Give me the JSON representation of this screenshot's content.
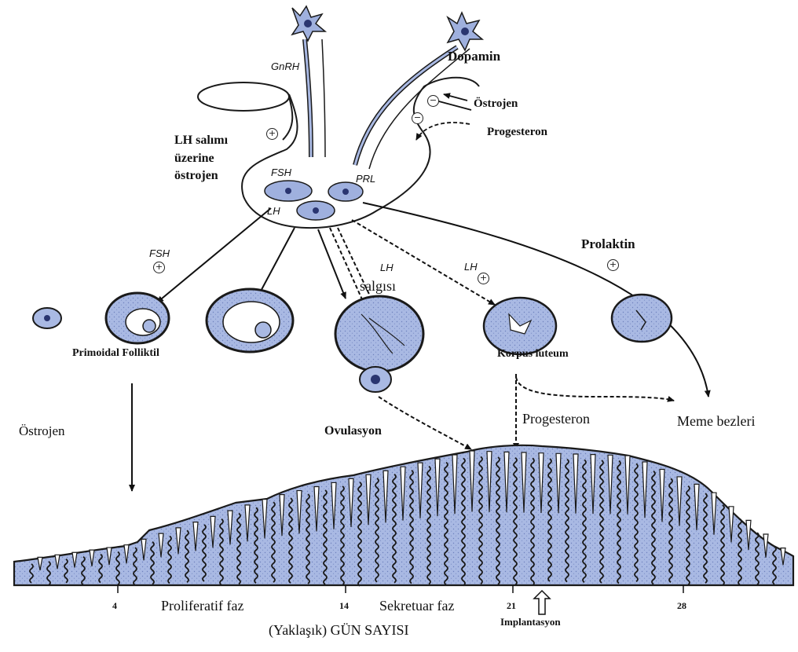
{
  "labels": {
    "gnrh": "GnRH",
    "dopamin": "Dopamin",
    "ostrojen_top": "Östrojen",
    "progesteron_top": "Progesteron",
    "lh_salimi_1": "LH salımı",
    "lh_salimi_2": "üzerine",
    "lh_salimi_3": "östrojen",
    "fsh_cell": "FSH",
    "prl_cell": "PRL",
    "lh_cell": "LH",
    "fsh_arrow": "FSH",
    "lh_salgisi_lh": "LH",
    "lh_salgisi": "salgısı",
    "lh_right": "LH",
    "prolaktin": "Prolaktin",
    "primoidal": "Primoidal Folliktil",
    "korpus": "Korpus luteum",
    "ostrojen_left": "Östrojen",
    "ovulasyon": "Ovulasyon",
    "progesteron_mid": "Progesteron",
    "meme": "Meme bezleri",
    "proliferatif": "Proliferatif faz",
    "sekretuar": "Sekretuar faz",
    "implantasyon": "Implantasyon",
    "gun_sayisi": "(Yaklaşık) GÜN SAYISI"
  },
  "signs": {
    "plus": "+",
    "minus": "−"
  },
  "day_ticks": [
    "4",
    "14",
    "21",
    "28"
  ],
  "colors": {
    "tissue": "#a9b9e3",
    "tissue_dark": "#1f2a55",
    "cell": "#9fb0de",
    "line": "#1a1a1a"
  }
}
